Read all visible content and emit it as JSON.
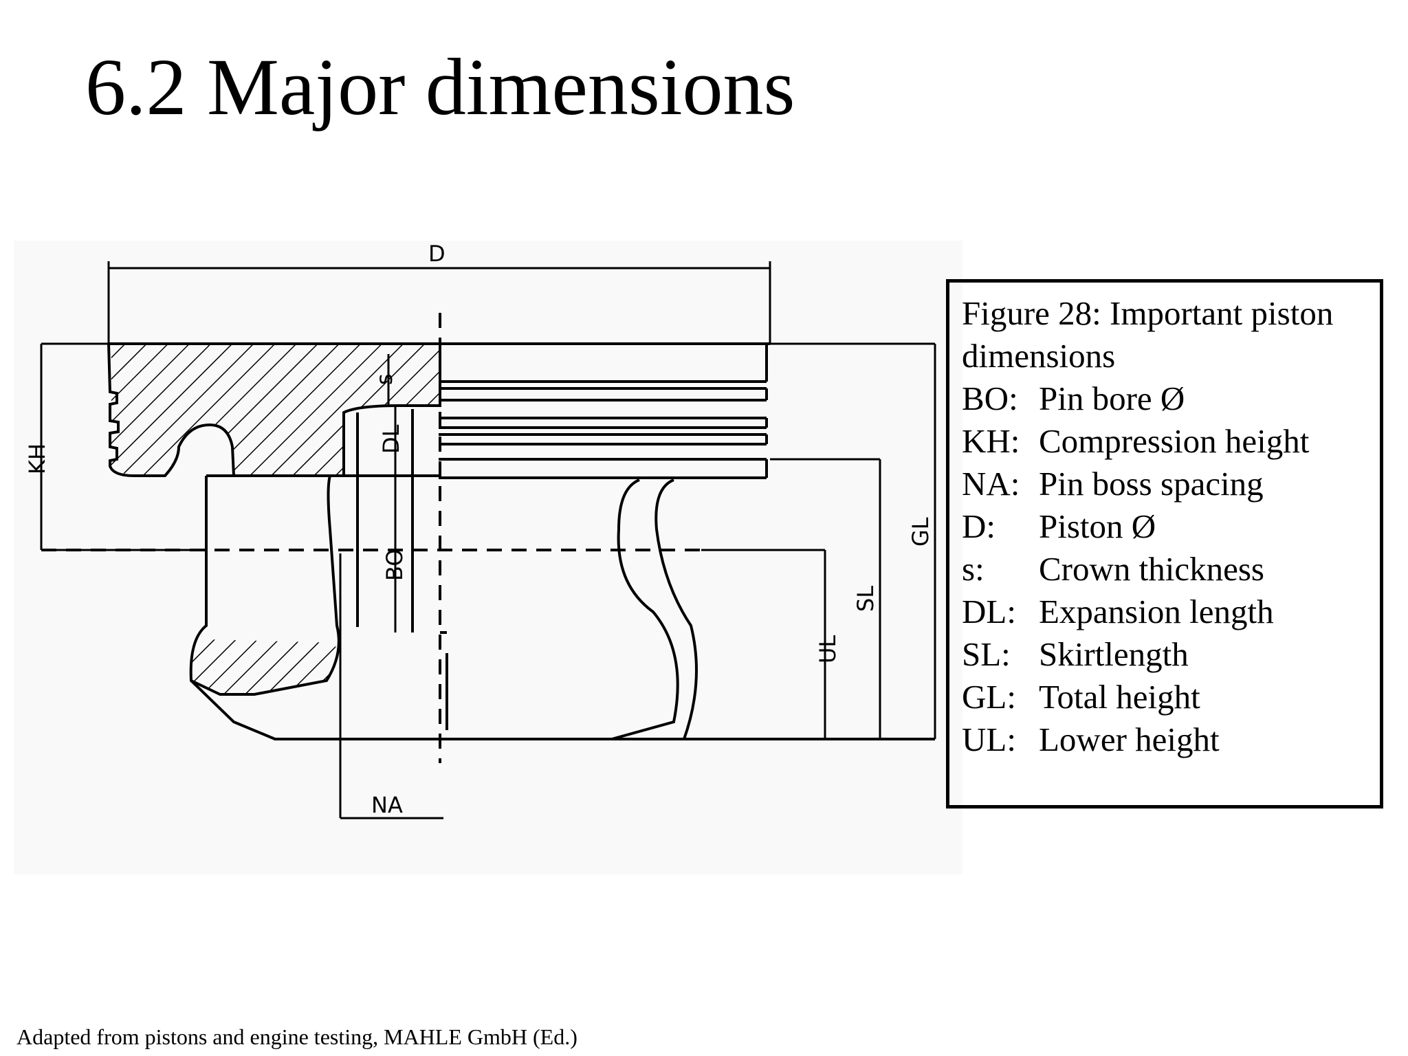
{
  "title": "6.2 Major dimensions",
  "figure": {
    "caption_line1": "Figure 28: Important piston",
    "caption_line2": "dimensions",
    "legend": [
      {
        "abbr": "BO:",
        "text": "Pin bore Ø"
      },
      {
        "abbr": "KH:",
        "text": "Compression height"
      },
      {
        "abbr": "NA:",
        "text": "Pin boss spacing"
      },
      {
        "abbr": "D:",
        "text": "Piston Ø"
      },
      {
        "abbr": "s:",
        "text": "Crown thickness"
      },
      {
        "abbr": "DL:",
        "text": "Expansion length"
      },
      {
        "abbr": "SL:",
        "text": "Skirtlength"
      },
      {
        "abbr": "GL:",
        "text": "Total height"
      },
      {
        "abbr": "UL:",
        "text": "Lower height"
      }
    ]
  },
  "drawing_labels": {
    "D": "D",
    "KH": "KH",
    "s": "s",
    "DL": "DL",
    "BO": "BO",
    "GL": "GL",
    "SL": "SL",
    "UL": "UL",
    "NA": "NA"
  },
  "source": "Adapted from pistons and engine testing, MAHLE GmbH (Ed.)"
}
